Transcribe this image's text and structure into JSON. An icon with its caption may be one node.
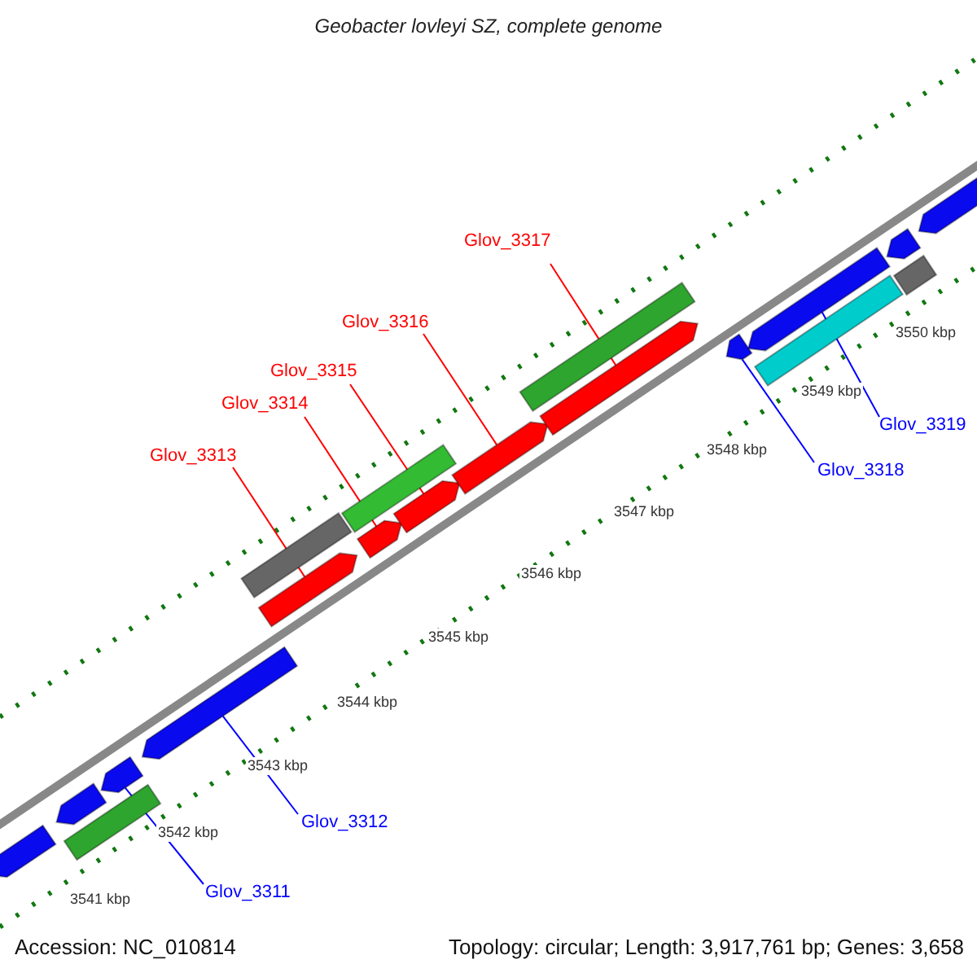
{
  "diagram": {
    "title": "Geobacter lovleyi SZ, complete genome",
    "nodes": [
      {
        "text": [
          "Glov_3317"
        ]
      },
      {
        "text": [
          "Glov_3316"
        ]
      },
      {
        "text": [
          "Glov_3315"
        ]
      },
      {
        "text": [
          "Glov_3314"
        ]
      },
      {
        "text": [
          "Glov_3313"
        ]
      },
      {
        "text": [
          "Glov_3319"
        ]
      },
      {
        "text": [
          "Glov_3318"
        ]
      },
      {
        "text": [
          "Glov_3312"
        ]
      },
      {
        "text": [
          "Glov_3311"
        ]
      },
      {
        "text": [],
        "shape": "arrow"
      },
      {
        "text": [],
        "shape": "bar"
      },
      {
        "text": [],
        "shape": "arrow"
      },
      {
        "text": [],
        "shape": "arrow"
      },
      {
        "text": [],
        "shape": "arrow"
      },
      {
        "text": [],
        "shape": "bar"
      },
      {
        "text": [],
        "shape": "arrow"
      },
      {
        "text": [],
        "shape": "arrow"
      },
      {
        "text": [],
        "shape": "bar"
      },
      {
        "text": [],
        "shape": "arrow"
      },
      {
        "text": [],
        "shape": "arrow"
      },
      {
        "text": [],
        "shape": "bar"
      },
      {
        "text": [],
        "shape": "arrow"
      },
      {
        "text": [],
        "shape": "arrow"
      },
      {
        "text": [],
        "shape": "arrow"
      },
      {
        "text": [],
        "shape": "bar"
      },
      {
        "text": [],
        "shape": "arrow"
      },
      {
        "text": [],
        "shape": "bar"
      },
      {
        "text": [],
        "shape": "arrow"
      }
    ],
    "edges": [
      {
        "from": 0,
        "to": 21,
        "arrow": "none"
      },
      {
        "from": 1,
        "to": 19,
        "arrow": "none"
      },
      {
        "from": 2,
        "to": 18,
        "arrow": "none"
      },
      {
        "from": 3,
        "to": 16,
        "arrow": "none"
      },
      {
        "from": 4,
        "to": 15,
        "arrow": "none"
      },
      {
        "from": 5,
        "to": 23,
        "arrow": "none",
        "color": "#0000ff"
      },
      {
        "from": 6,
        "to": 22,
        "arrow": "none",
        "color": "#0000ff"
      },
      {
        "from": 7,
        "to": 13,
        "arrow": "none",
        "color": "#0000ff"
      },
      {
        "from": 8,
        "to": 12,
        "arrow": "none",
        "color": "#0000ff"
      }
    ],
    "labels": [
      "3550 kbp",
      "3549 kbp",
      "3548 kbp",
      "3547 kbp",
      "3546 kbp",
      "3545 kbp",
      "3544 kbp",
      "3543 kbp",
      "3542 kbp",
      "3541 kbp",
      "Accession: NC_010814",
      "Topology: circular; Length: 3,917,761 bp; Genes: 3,658"
    ]
  }
}
